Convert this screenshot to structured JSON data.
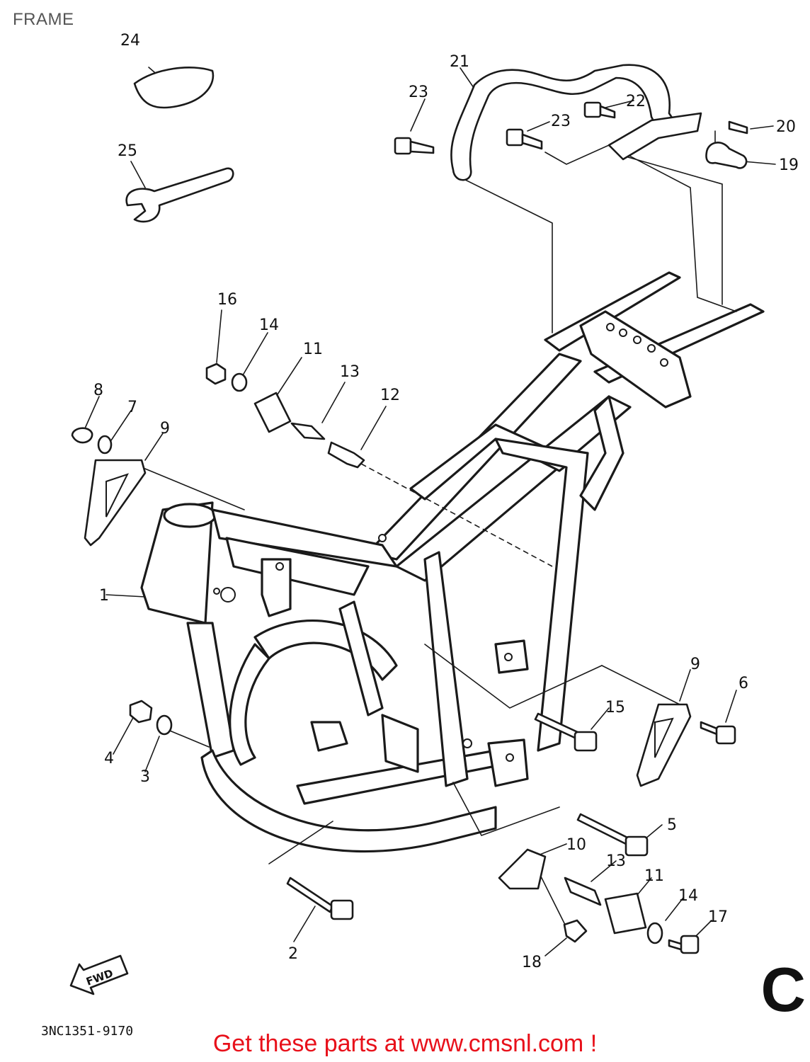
{
  "page": {
    "title": "FRAME",
    "part_code": "3NC1351-9170",
    "corner_letter": "C",
    "promo_text": "Get these parts at www.cmsnl.com !",
    "fwd_label": "FWD"
  },
  "callouts": {
    "c1": "1",
    "c2": "2",
    "c3": "3",
    "c4": "4",
    "c5": "5",
    "c6": "6",
    "c7": "7",
    "c8": "8",
    "c9a": "9",
    "c9b": "9",
    "c10": "10",
    "c11a": "11",
    "c11b": "11",
    "c12": "12",
    "c13a": "13",
    "c13b": "13",
    "c14a": "14",
    "c14b": "14",
    "c15": "15",
    "c16": "16",
    "c17": "17",
    "c18": "18",
    "c19": "19",
    "c20": "20",
    "c21": "21",
    "c22": "22",
    "c23a": "23",
    "c23b": "23",
    "c24": "24",
    "c25": "25"
  },
  "colors": {
    "line": "#1a1a1a",
    "title": "#555555",
    "promo": "#e8101a",
    "background": "#ffffff"
  }
}
